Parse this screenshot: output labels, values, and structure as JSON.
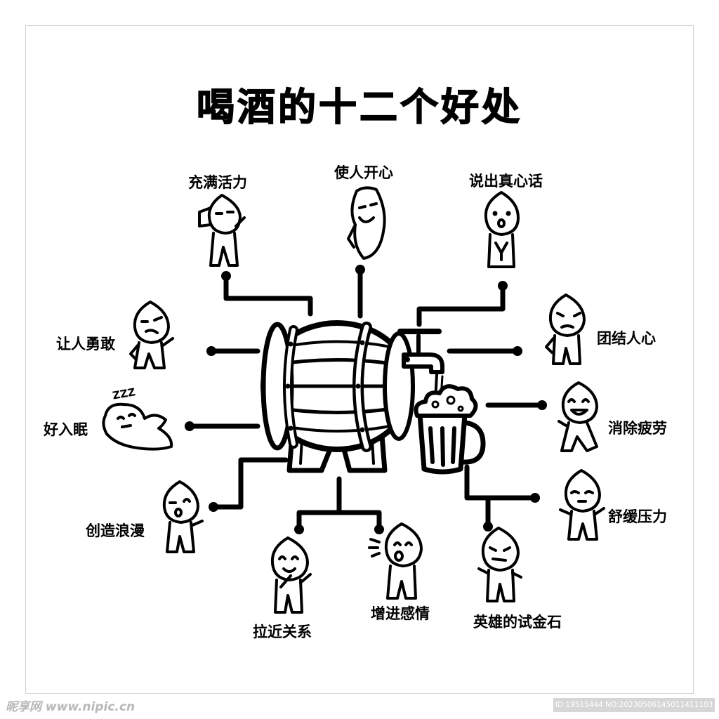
{
  "title": "喝酒的十二个好处",
  "benefits": [
    {
      "id": "vitality",
      "label": "充满活力",
      "pose": "wave"
    },
    {
      "id": "happy",
      "label": "使人开心",
      "pose": "tilt"
    },
    {
      "id": "truth",
      "label": "说出真心话",
      "pose": "pray"
    },
    {
      "id": "unite",
      "label": "团结人心",
      "pose": "angry"
    },
    {
      "id": "fatigue",
      "label": "消除疲劳",
      "pose": "laugh"
    },
    {
      "id": "stress",
      "label": "舒缓压力",
      "pose": "calm"
    },
    {
      "id": "hero",
      "label": "英雄的试金石",
      "pose": "smirk"
    },
    {
      "id": "emotion",
      "label": "增进感情",
      "pose": "shout"
    },
    {
      "id": "closer",
      "label": "拉近关系",
      "pose": "giggle"
    },
    {
      "id": "romance",
      "label": "创造浪漫",
      "pose": "wink"
    },
    {
      "id": "sleep",
      "label": "好入眠",
      "pose": "sleep"
    },
    {
      "id": "brave",
      "label": "让人勇敢",
      "pose": "brave"
    }
  ],
  "sleep_text": "ZZZ",
  "watermark": {
    "left": "昵享网 www.nipic.cn",
    "right": "ID:19515444 NO:20230506145011411103"
  },
  "colors": {
    "ink": "#000000",
    "paper": "#ffffff",
    "frame": "#cfcfcf",
    "watermark": "#b8b8b8"
  }
}
